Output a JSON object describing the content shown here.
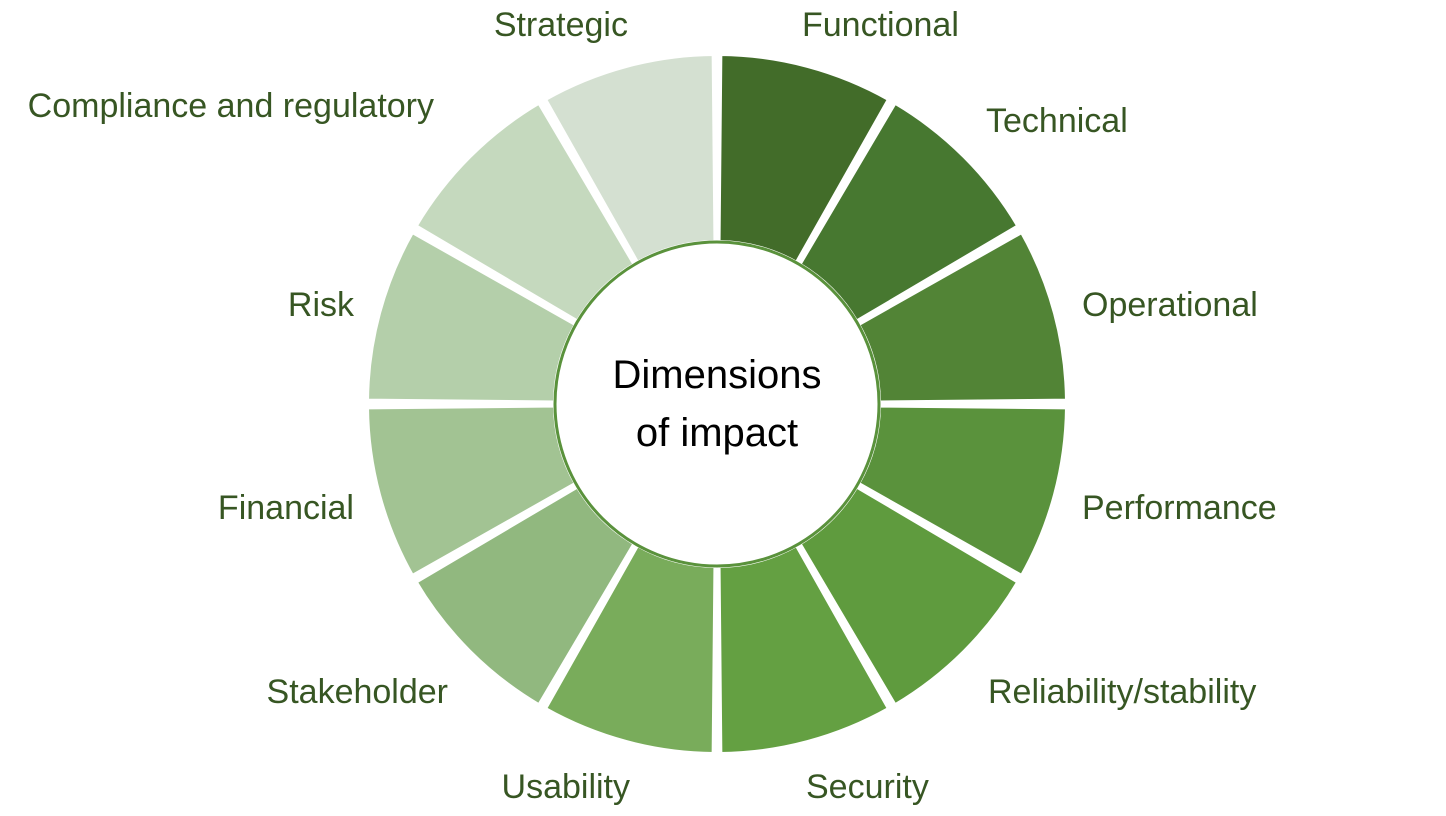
{
  "diagram": {
    "center": {
      "line1": "Dimensions",
      "line2": "of impact"
    },
    "segments": [
      {
        "id": "functional",
        "label": "Functional",
        "color": "#426C29"
      },
      {
        "id": "technical",
        "label": "Technical",
        "color": "#477830"
      },
      {
        "id": "operational",
        "label": "Operational",
        "color": "#528436"
      },
      {
        "id": "performance",
        "label": "Performance",
        "color": "#5A923C"
      },
      {
        "id": "reliability",
        "label": "Reliability/stability",
        "color": "#5F9B3E"
      },
      {
        "id": "security",
        "label": "Security",
        "color": "#64A042"
      },
      {
        "id": "usability",
        "label": "Usability",
        "color": "#79AC5B"
      },
      {
        "id": "stakeholder",
        "label": "Stakeholder",
        "color": "#91B87F"
      },
      {
        "id": "financial",
        "label": "Financial",
        "color": "#A2C393"
      },
      {
        "id": "risk",
        "label": "Risk",
        "color": "#B4CFAA"
      },
      {
        "id": "compliance",
        "label": "Compliance and regulatory",
        "color": "#C5D9BE"
      },
      {
        "id": "strategic",
        "label": "Strategic",
        "color": "#D4E0D1"
      }
    ],
    "colors": {
      "label": "#375623",
      "center_ring": "#5A923C",
      "center_fill": "#FFFFFF"
    }
  }
}
